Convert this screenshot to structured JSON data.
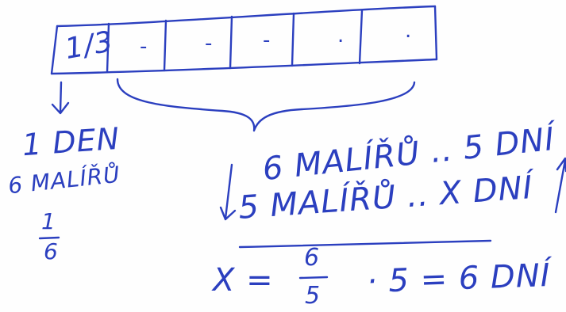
{
  "strip": {
    "first_cell_text": "1/3",
    "cell_marks": [
      "-",
      "-",
      "-",
      ".",
      "."
    ]
  },
  "left_note": {
    "line1": "1 DEN",
    "line2": "6 MALÍŘŮ",
    "fraction_num": "1",
    "fraction_den": "6"
  },
  "proportion": {
    "row1": "6 MALÍŘŮ .. 5 DNÍ",
    "row2": "5 MALÍŘŮ .. X DNÍ"
  },
  "result": {
    "x_label": "X =",
    "fraction_num": "6",
    "fraction_den": "5",
    "tail": "· 5 = 6 DNÍ"
  },
  "colors": {
    "ink": "#2b3fbf",
    "paper": "#fefefe"
  }
}
